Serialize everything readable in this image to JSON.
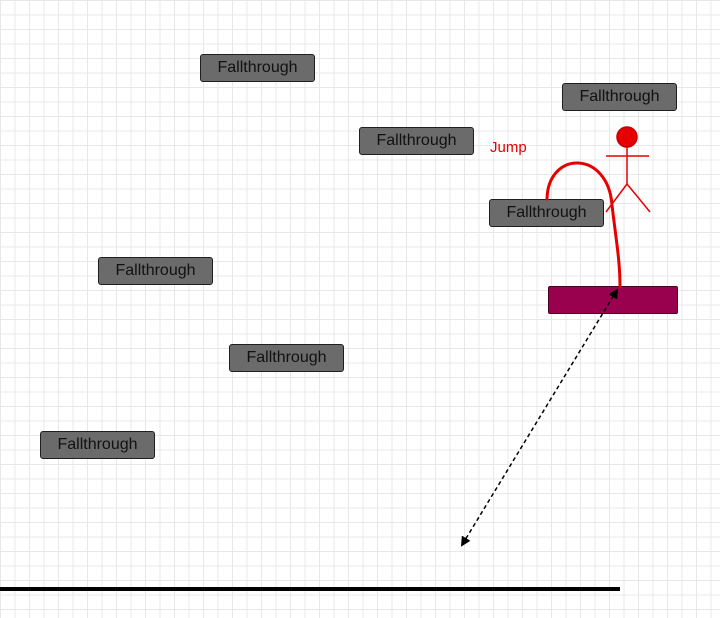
{
  "platforms": [
    {
      "label": "Fallthrough"
    },
    {
      "label": "Fallthrough"
    },
    {
      "label": "Fallthrough"
    },
    {
      "label": "Fallthrough"
    },
    {
      "label": "Fallthrough"
    },
    {
      "label": "Fallthrough"
    },
    {
      "label": "Fallthrough"
    }
  ],
  "annotations": {
    "jump_label": "Jump"
  },
  "colors": {
    "platform_fill": "#6b6b6b",
    "solid_platform_fill": "#99004d",
    "character": "#e60000",
    "jump_path": "#e60000",
    "ground": "#000000"
  },
  "icons": {
    "character": "stick-figure-icon",
    "movement": "double-headed-dashed-arrow"
  }
}
